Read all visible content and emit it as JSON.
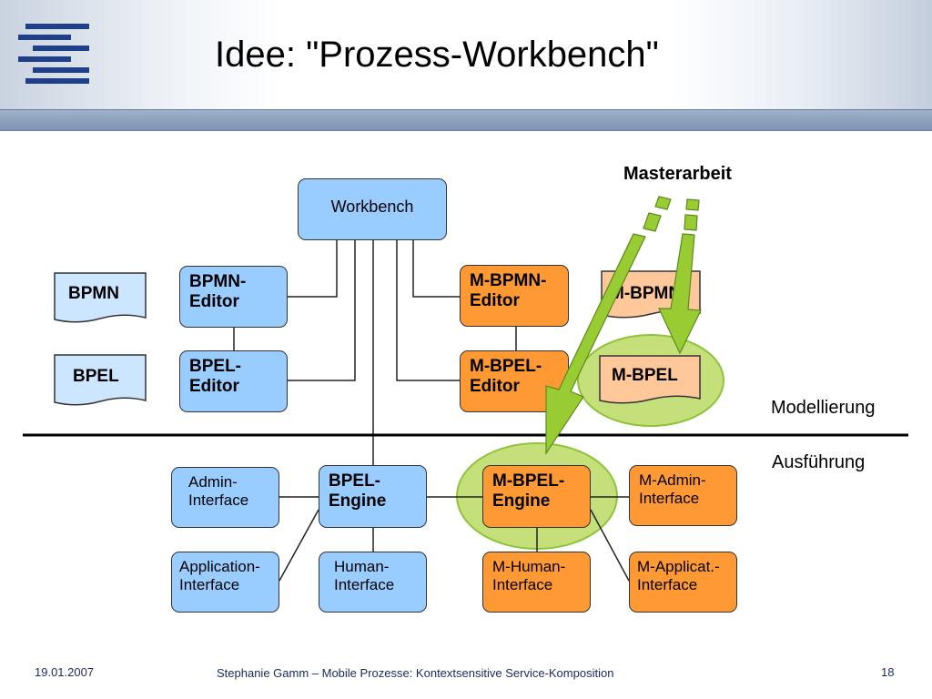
{
  "slide": {
    "title": "Idee: \"Prozess-Workbench\""
  },
  "annotation": {
    "label": "Masterarbeit"
  },
  "sections": {
    "modelling": "Modellierung",
    "execution": "Ausführung"
  },
  "documents": {
    "bpmn": "BPMN",
    "bpel": "BPEL",
    "m_bpmn": "M-BPMN",
    "m_bpel": "M-BPEL"
  },
  "nodes": {
    "workbench": "Workbench",
    "bpmn_editor": [
      "BPMN-",
      "Editor"
    ],
    "bpel_editor": [
      "BPEL-",
      "Editor"
    ],
    "m_bpmn_editor": [
      "M-BPMN-",
      "Editor"
    ],
    "m_bpel_editor": [
      "M-BPEL-",
      "Editor"
    ],
    "admin_interface": [
      "Admin-",
      "Interface"
    ],
    "bpel_engine": [
      "BPEL-",
      "Engine"
    ],
    "m_bpel_engine": [
      "M-BPEL-",
      "Engine"
    ],
    "m_admin_interface": [
      "M-Admin-",
      "Interface"
    ],
    "application_interface": [
      "Application-",
      "Interface"
    ],
    "human_interface": [
      "Human-",
      "Interface"
    ],
    "m_human_interface": [
      "M-Human-",
      "Interface"
    ],
    "m_applicat_interface": [
      "M-Applicat.-",
      "Interface"
    ]
  },
  "footer": {
    "date": "19.01.2007",
    "text": "Stephanie Gamm – Mobile Prozesse: Kontextsensitive Service-Komposition",
    "page": "18"
  },
  "colors": {
    "blue_box": "#99ccff",
    "orange_box": "#ff9933",
    "highlight": "#c5e07a",
    "arrow": "#99cc33"
  }
}
